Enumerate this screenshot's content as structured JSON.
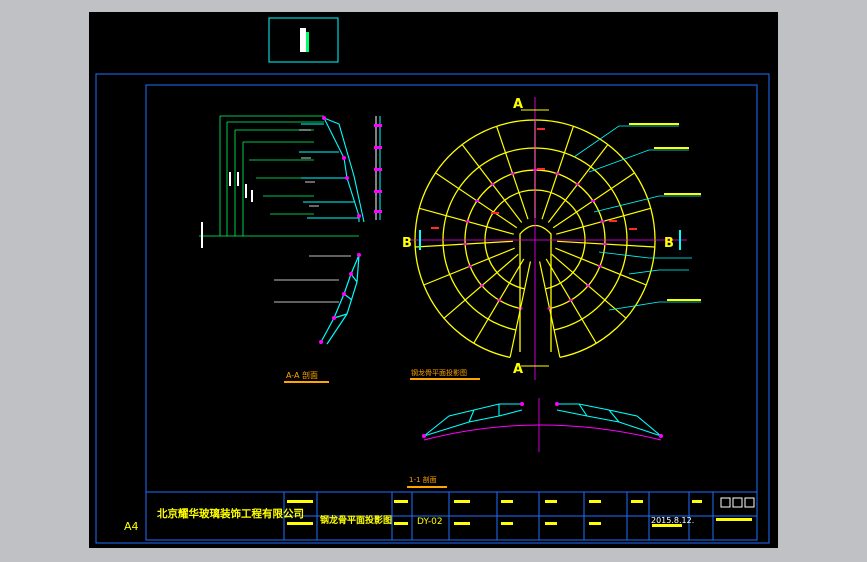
{
  "drawing": {
    "sheet_size": "A4",
    "section_marks": {
      "a": "A",
      "b": "B"
    },
    "views": {
      "section_aa": "A-A 剖面",
      "plan": "钢龙骨平面投影图",
      "section_11": "1-1 剖面"
    },
    "title_block": {
      "company": "北京耀华玻璃装饰工程有限公司",
      "drawing_title": "钢龙骨平面投影图",
      "drawing_no": "DY-02",
      "date": "2015.8.12."
    }
  },
  "colors": {
    "background": "#000000",
    "frame": "#1f6fff",
    "yellow": "#ffff00",
    "magenta": "#ff00ff",
    "cyan": "#00ffff",
    "white": "#ffffff",
    "red": "#ff2a2a",
    "green": "#00ff66",
    "orange": "#ffa500"
  }
}
